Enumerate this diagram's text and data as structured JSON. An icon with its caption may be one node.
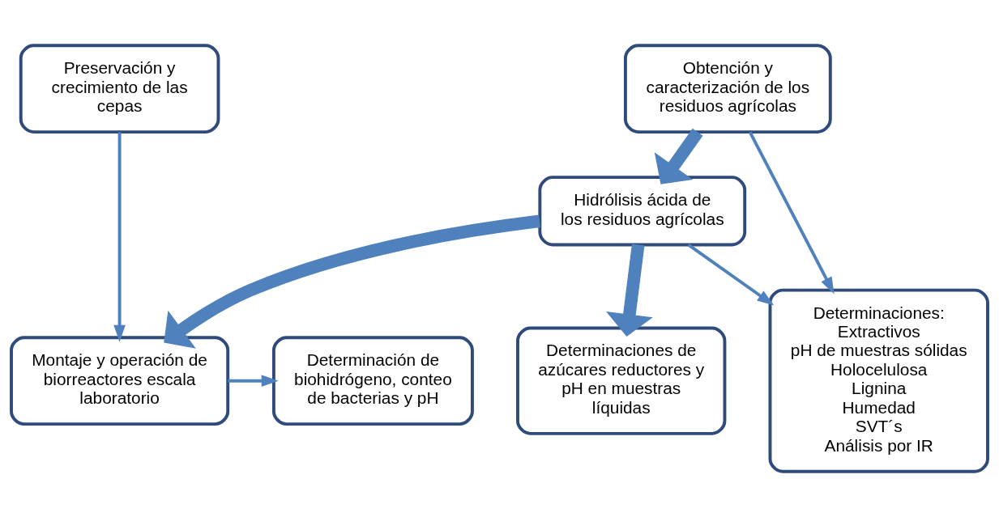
{
  "diagram": {
    "nodes": [
      {
        "text": [
          "Preservación y crecimiento de las cepas"
        ]
      },
      {
        "text": [
          "Obtención y caracterización de los residuos agrícolas"
        ]
      },
      {
        "text": [
          "Determinaciones:",
          "Extractivos",
          "pH de muestras sólidas",
          "Holocelulosa",
          "Lignina",
          "Humedad",
          "SVT´s",
          "Análisis por IR"
        ]
      },
      {
        "text": [
          "Hidrólisis ácida de los residuos agrícolas"
        ]
      },
      {
        "text": [
          "Determinaciones de azúcares reductores y pH en muestras líquidas"
        ]
      },
      {
        "text": [
          "Montaje y operación de biorreactores escala laboratorio"
        ]
      },
      {
        "text": [
          "Determinación de biohidrógeno, conteo de bacterias y pH"
        ]
      }
    ],
    "edges": [
      {
        "from": 0,
        "to": 5,
        "arrow": "to"
      },
      {
        "from": 1,
        "to": 2,
        "arrow": "to"
      },
      {
        "from": 1,
        "to": 3,
        "arrow": "to",
        "style": "thick"
      },
      {
        "from": 3,
        "to": 2,
        "arrow": "to"
      },
      {
        "from": 3,
        "to": 4,
        "arrow": "to",
        "style": "thick"
      },
      {
        "from": 3,
        "to": 5,
        "arrow": "to",
        "style": "thick"
      },
      {
        "from": 5,
        "to": 6,
        "arrow": "to"
      }
    ]
  }
}
